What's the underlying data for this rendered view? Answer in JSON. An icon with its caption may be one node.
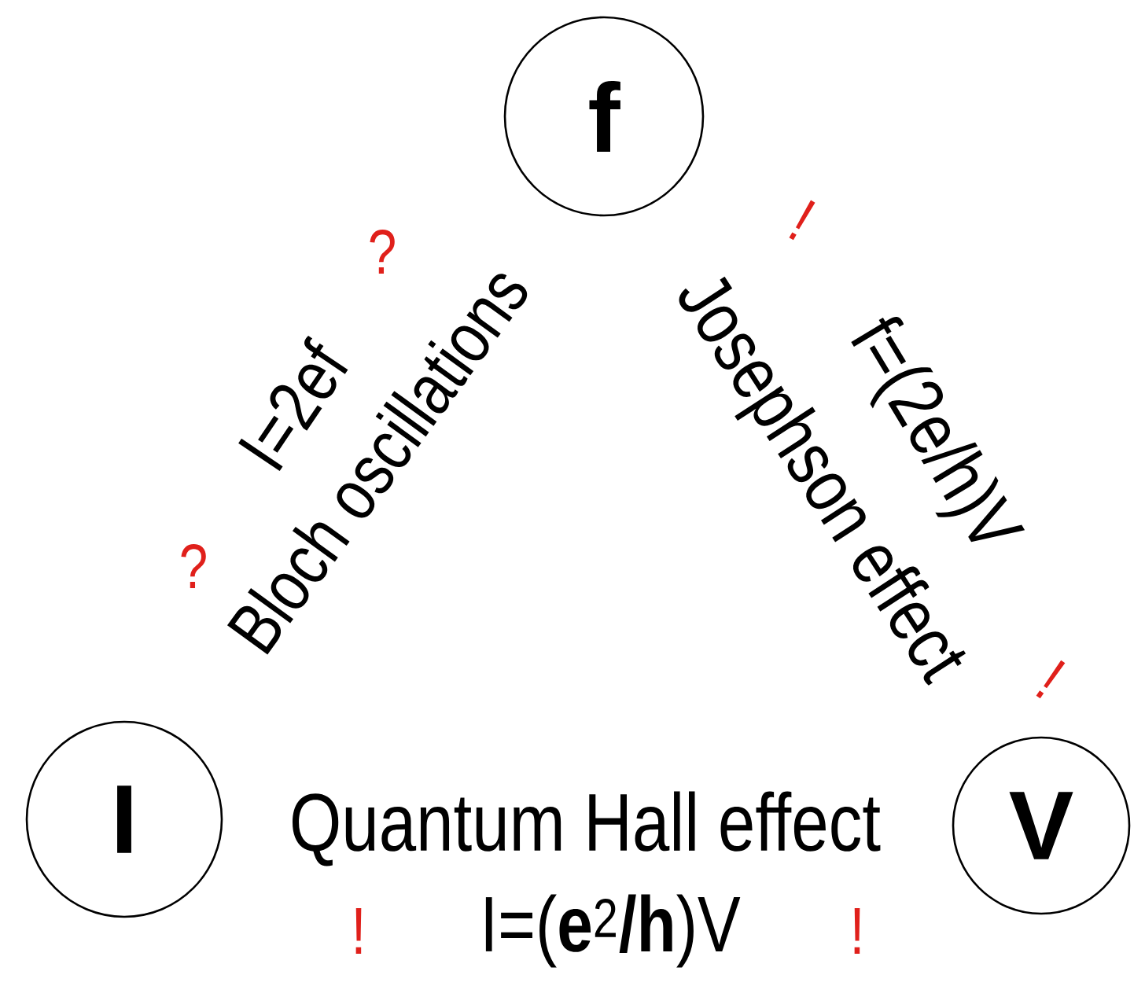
{
  "diagram": {
    "nodes": [
      {
        "text": [
          "f"
        ]
      },
      {
        "text": [
          "I"
        ]
      },
      {
        "text": [
          "V"
        ]
      }
    ],
    "labels": [
      "?",
      "I=2ef",
      "?",
      "Bloch oscillations",
      "!",
      "Josephson effect",
      "f=(2e/h)V",
      "!",
      "Quantum Hall effect",
      "!",
      "I=(**e**$^{2}$**/h**)V",
      "!"
    ]
  }
}
